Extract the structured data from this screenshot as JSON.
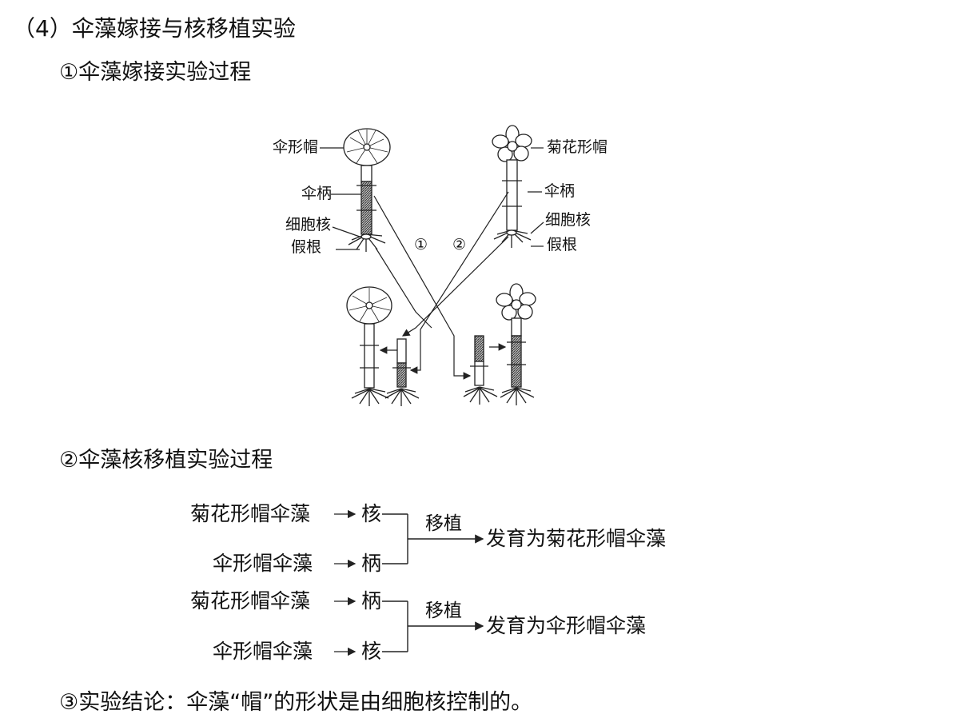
{
  "section": {
    "title": "（4）伞藻嫁接与核移植实验",
    "step1": "①伞藻嫁接实验过程",
    "step2": "②伞藻核移植实验过程",
    "step3": "③实验结论：伞藻“帽”的形状是由细胞核控制的。"
  },
  "diagram": {
    "left_labels": {
      "cap": "伞形帽",
      "stalk": "伞柄",
      "nucleus": "细胞核",
      "rhizoid": "假根"
    },
    "right_labels": {
      "cap": "菊花形帽",
      "stalk": "伞柄",
      "nucleus": "细胞核",
      "rhizoid": "假根"
    },
    "path1": "①",
    "path2": "②"
  },
  "transplant": {
    "group1": {
      "row1": {
        "source": "菊花形帽伞藻",
        "part": "核"
      },
      "row2": {
        "source": "伞形帽伞藻",
        "part": "柄"
      },
      "action": "移植",
      "result": "发育为菊花形帽伞藻"
    },
    "group2": {
      "row1": {
        "source": "菊花形帽伞藻",
        "part": "柄"
      },
      "row2": {
        "source": "伞形帽伞藻",
        "part": "核"
      },
      "action": "移植",
      "result": "发育为伞形帽伞藻"
    }
  }
}
